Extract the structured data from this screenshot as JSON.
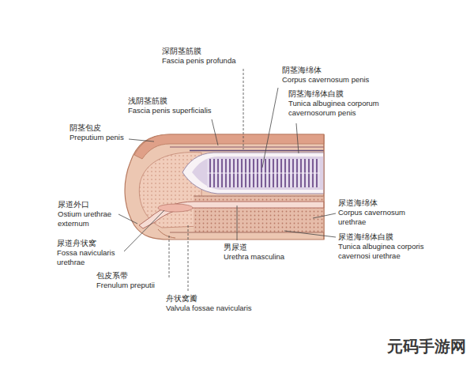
{
  "diagram": {
    "labels": [
      "深阴茎筋膜",
      "Fascia penis profunda",
      "浅阴茎筋膜",
      "Fascia penis superficialis",
      "阴茎海绵体",
      "Corpus cavernosum penis",
      "阴茎海绵体白膜",
      "Tunica albuginea corporum cavernosorum penis",
      "阴茎包皮",
      "Preputium penis",
      "尿道外口",
      "Ostium urethrae externum",
      "尿道舟状窝",
      "Fossa navicularis urethrae",
      "包皮系带",
      "Frenulum preputii",
      "舟状窝瓣",
      "Valvula fossae navicularis",
      "男尿道",
      "Urethra masculina",
      "尿道海绵体",
      "Corpus cavernosum urethrae",
      "尿道海绵体白膜",
      "Tunica albuginea corporis cavernosi urethrae",
      "元码手游网"
    ]
  }
}
